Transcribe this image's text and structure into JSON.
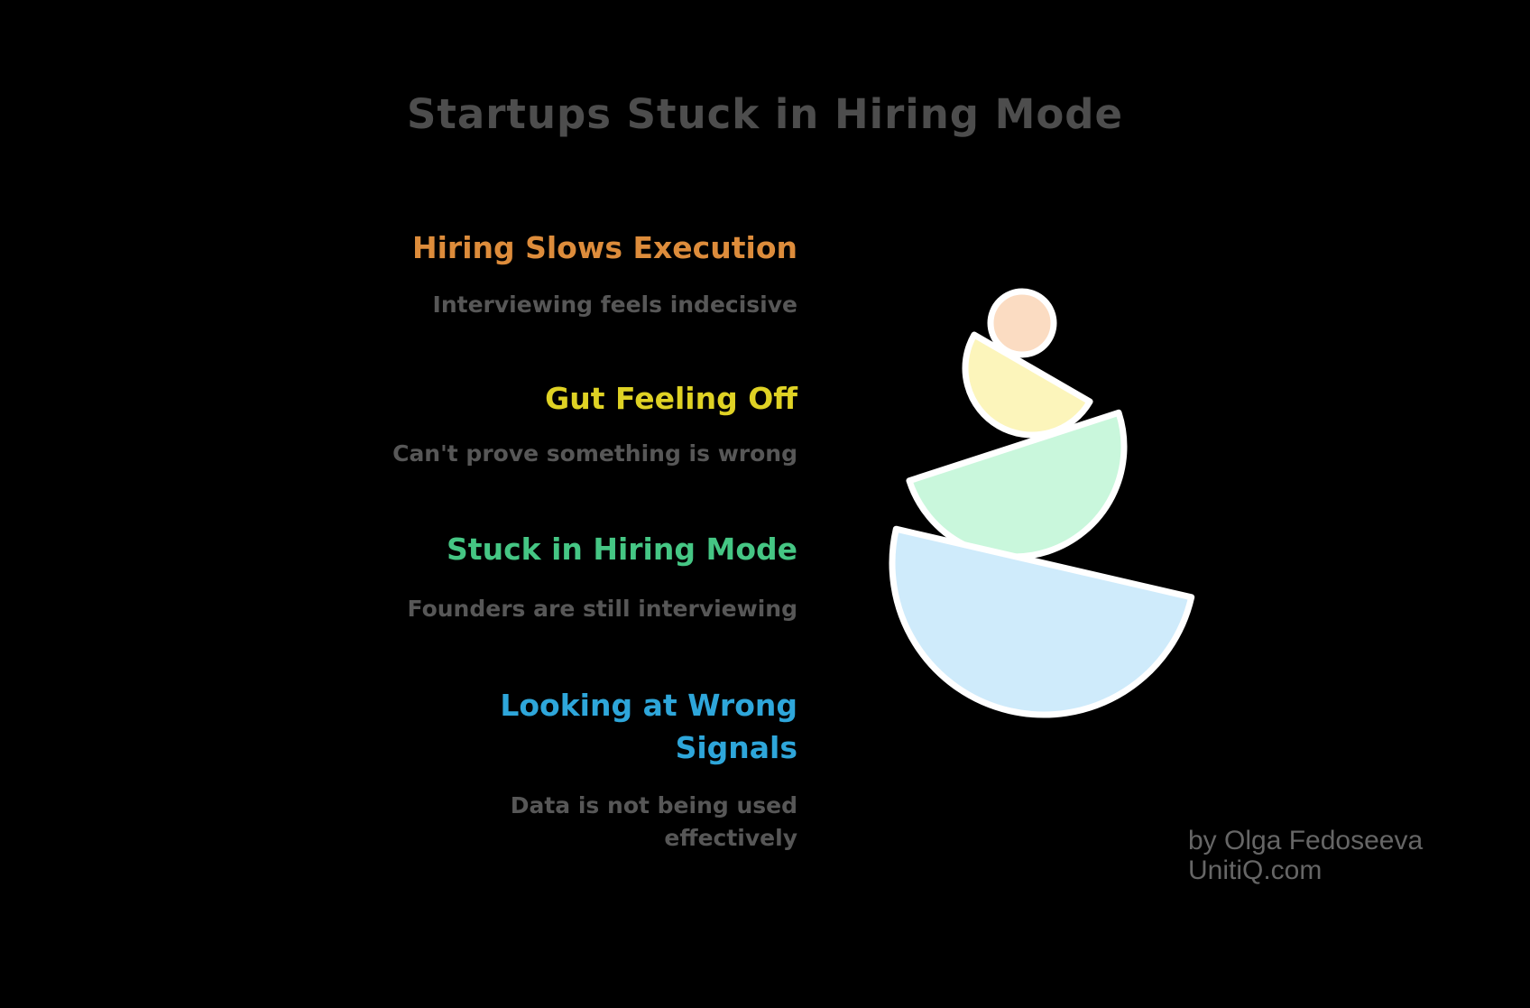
{
  "title": {
    "text": "Startups Stuck in Hiring Mode",
    "color": "#4D4D4D"
  },
  "sections": [
    {
      "heading": "Hiring Slows Execution",
      "subtitle": "Interviewing feels indecisive",
      "accent_color": "#DD8C3B"
    },
    {
      "heading": "Gut Feeling Off",
      "subtitle": "Can't prove something is wrong",
      "accent_color": "#DFD224"
    },
    {
      "heading": "Stuck in Hiring Mode",
      "subtitle": "Founders are still interviewing",
      "accent_color": "#45C684"
    },
    {
      "heading": "Looking at Wrong Signals",
      "subtitle": "Data is not being used effectively",
      "accent_color": "#2EA6DA"
    }
  ],
  "subtitle_color": "#575757",
  "illustration": {
    "name": "balancing-stones",
    "stroke": "#FFFFFF",
    "stones": [
      {
        "shape": "circle",
        "fill": "#FBDCC2"
      },
      {
        "shape": "semicircle-small",
        "fill": "#FCF5BB"
      },
      {
        "shape": "semicircle-medium",
        "fill": "#C9F7DC"
      },
      {
        "shape": "semicircle-large",
        "fill": "#CFEBFB"
      }
    ]
  },
  "attribution": {
    "author": "by Olga Fedoseeva",
    "website": "UnitiQ.com",
    "color": "#666666"
  },
  "background_color": "#000000"
}
